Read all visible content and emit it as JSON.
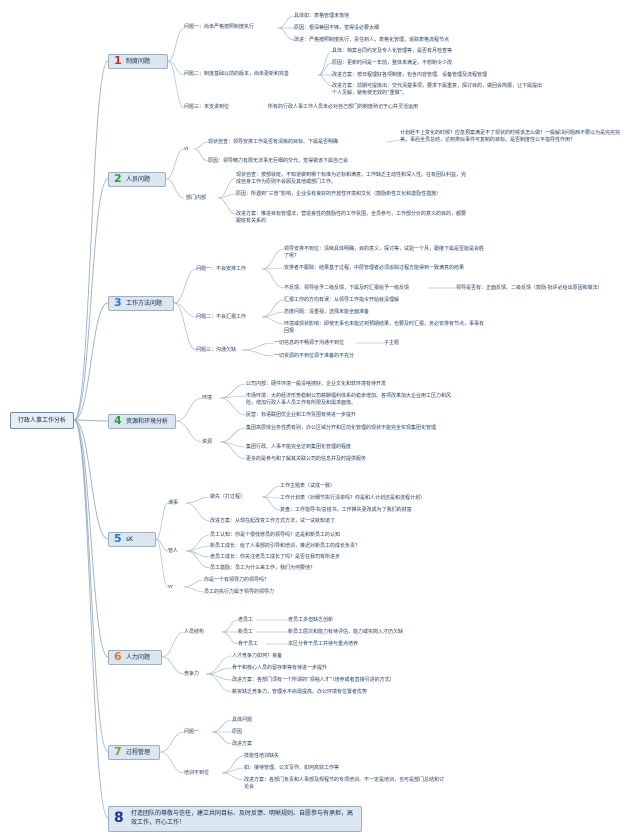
{
  "root": {
    "label": "行政人事工作分析"
  },
  "accent": {
    "red": "#d8262c",
    "green": "#2d9a3c",
    "blue": "#2b77c4",
    "dark_blue": "#1b3a8c",
    "orange": "#e37b23",
    "purple": "#5a3c91",
    "olive": "#8a9a25",
    "teal": "#2a8c8c",
    "line": "#9ab0c6"
  },
  "s1": {
    "num": "1",
    "label": "制度问题",
    "q1": "问题一：尚未严格按照制度执行",
    "q1a": "具体如：表格管理未落地",
    "q1b": "原因：根深蒂固不够，觉得没必要太细",
    "q1c": "改进：严格按照制度执行，责任到人，表格化管理，追踪表格流程节点",
    "q2": "问题二：制度基础以前的版本，尚未更新和完善",
    "q2a": "具体：档案合同约定及专人化管理等，是否有月检查等",
    "q2b": "原因：更新时间是一年前，整体未满足，不想制令少改",
    "q2c": "改进方案：按日程理好各项制度，包含内容管理、设备管理及流程管理",
    "q2d": "改进方案：前期可提炼出：交代清楚事项，要求下属重复，探讨目的，做回会简报，让下属提出个人见解，避免使无效的“重做”。",
    "q3": "问题三：未支讲到位",
    "q3a": "所有的行政人事工作人员未必对自己部门的制度熟记于心并灵活运用"
  },
  "s2": {
    "num": "2",
    "label": "人员问题",
    "v": "vi",
    "a1": "现状自查：领导安排工作是否有清晰的目标、下属是否明确",
    "a1b": "计划赶不上变化的时候？应急预案满足不了现状的时候该怎么做？一般解决问题西不要以为是完完完美，事后全员总结，达到类似事件可复制的目标。是否制度性公平指导性作用？",
    "a2": "原因：领导精力有限无法事无巨细的交代，觉得做该下属自己会",
    "dept": "部门内部",
    "b1": "现状自查：按部就班，不知道做到哪个标准为达标和满意，工作缺乏主动性和深入性。在有团队利益，完成自身工作为原则不会顾及其他或部门工作。",
    "b2": "原因：所遇到“三管”影响，企业没有良好的开放性环境和文化（鼓励新性文化和激励性措施）",
    "b3": "改进方案：推进目标管理法，营造良性的鼓励性的工作氛围，全员参与，工作部分价的意义的目的，都要跟班有关系的"
  },
  "s3": {
    "num": "3",
    "label": "工作方法问题",
    "q1": "问题一：不会安排工作",
    "q1a": "领导安排不到位：清晰具体明确，目的意义，探讨等，试验一个月，跟继下属是否能是会胜了呢？",
    "q1b": "安排者不跟踪：结果基于过程，中层管理者必须追踪过程方能得到一致满意的结果",
    "q1c": "不反馈：领导给予二级反馈，下属及时汇报给予一级反馈",
    "q1d": "领导是否有：正面反馈、二级反馈（鼓励·批评必给出原因和做法）",
    "q2": "问题二：不会汇报工作",
    "q2a": "汇报工作的方向有误：从领导工作指令开始就没理解",
    "q2b": "态度问题：没重视，选择未能全面准备",
    "q2c": "环境或现状影响：即使无事也未能达到预期结果，也要及时汇报，务必安排有节点，事事有回报",
    "q3": "问题三：沟通欠缺",
    "q3a": "一切信息的不畅源于沟通不到位",
    "q3b": "子主题",
    "q3c": "一切资源的不到位源于准备的不充分"
  },
  "s4": {
    "num": "4",
    "label": "资源和环境分析",
    "env": "环境",
    "e1": "公司内部：硬件环境一般没啥搜好。企业文化和软环境有待开发",
    "e2": "市场环境：大的经济形势稳制公司薪酬福利体系的稳步增加。各项改革加大企业用工压力和风险，增加行政人事人员工作有所限及和需求面落。",
    "e3": "民营：标语联团优企业和工作氛围有待进一步提升",
    "res": "资源",
    "r1": "集团高层体业务性质有别，办公区域分开和区前化管理的现状不能完全实现集团化管理",
    "r2": "集团行政、人事不能完全达到集团化管理的程度",
    "r3": "更多的是参与和了解其关联公司的信息并及时提供服务"
  },
  "s5": {
    "num": "5",
    "label": "sK",
    "l1": "课事",
    "c1": "做先（打过程）",
    "c1a": "工作主题表（试成一致）",
    "c1b": "工作计划表（对细节执行清单吗？你是和人计划还是和流程计划）",
    "c1c": "复盘：工作指导书/总结书，工作推失更改成为了我们的财富",
    "c2": "改进方案：从现在起改变工作方式方法，试一试就知道了",
    "l2": "管人",
    "m1": "员工认知：你是个很低修员的领导吗？这是和新员工的认知",
    "m2": "新员工成长：给了人事部的引导和培训，推迟对新员工的成长负责？",
    "m3": "老员工成长：你关注老员工成长了吗？是否在我司有所进步",
    "m4": "员工激励：员工为什么来工作，我们为何要他？",
    "l3": "vr",
    "n1": "你是一个有领导力的领导吗？",
    "n2": "员工的执行力属于领导的领导力"
  },
  "s6": {
    "num": "6",
    "label": "人力问题",
    "j": "人员结构",
    "j1": "老员工",
    "j1a": "老员工多但缺乏创新",
    "j2": "新员工",
    "j2a": "新员工层次和能力有待评估，能力或实岗入才仍欠缺",
    "j3": "骨干员工",
    "j3a": "本区分骨干员工并待与重点培养",
    "k": "竞争力",
    "k1": "人才竞争力如何？良备",
    "k2": "骨干和核心人员的留存率等有待进一步提升",
    "k3": "改进方案：各部门须有一个所谓的“领袖人才”（培养或者直接引进的方式）",
    "k4": "薪资缺乏竞争力，管理水平尚需提高。办公环境有位置者优势"
  },
  "s7": {
    "num": "7",
    "label": "过程管理",
    "p": "问题一",
    "p1": "具体问题",
    "p2": "原因",
    "p3": "改进方案",
    "t": "培训不到位",
    "t1": "技能性培训缺失",
    "t2": "如：接待管理、公文写作、如何高效工作等",
    "t3": "改进方案：各部门负责和人事部及规程节的专项培训。不一定是培训，也可是部门总结和讨论会"
  },
  "s8": {
    "num": "8",
    "label": "打造团队的尊敬与信任，建立共同目标、及时反馈、明晰规则、自愿参与有承担，高效工作，开心工作！"
  }
}
